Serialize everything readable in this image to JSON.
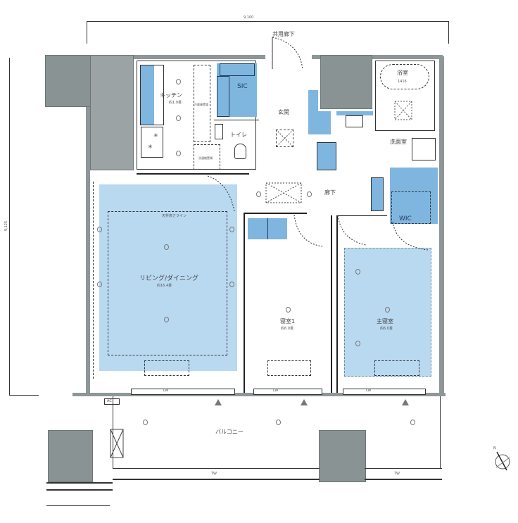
{
  "dimensions": {
    "top_width": "9,100",
    "left_height": "9,125"
  },
  "corridor": {
    "label": "共用廊下"
  },
  "rooms": {
    "kitchen": {
      "name": "キッチン",
      "size": "約1.9畳"
    },
    "sic": {
      "name": "SIC"
    },
    "toilet": {
      "name": "トイレ"
    },
    "entrance": {
      "name": "玄関"
    },
    "bath": {
      "name": "浴室",
      "size": "1416"
    },
    "washroom": {
      "name": "洗面室"
    },
    "hallway": {
      "name": "廊下"
    },
    "wic": {
      "name": "WIC"
    },
    "living": {
      "name": "リビング/ダイニング",
      "size": "約16.4畳",
      "note": "天井高さライン"
    },
    "bedroom1": {
      "name": "寝室1",
      "size": "約6.0畳"
    },
    "master": {
      "name": "主寝室",
      "size": "約6.0畳"
    },
    "balcony": {
      "name": "バルコニー"
    }
  },
  "fixtures": {
    "fridge": "冷蔵庫置場",
    "washer": "洗濯機置場",
    "ac_unit": "AC",
    "sliding": [
      "LW",
      "LW",
      "LW"
    ],
    "balcony_bottom": [
      "TW",
      "TW"
    ]
  },
  "compass": {
    "label": "N"
  },
  "colors": {
    "room_blue": "#b9d9f1",
    "storage_blue": "#7fb6e0",
    "pillar_gray": "#8a9394",
    "wall_gray": "#8f9698"
  }
}
